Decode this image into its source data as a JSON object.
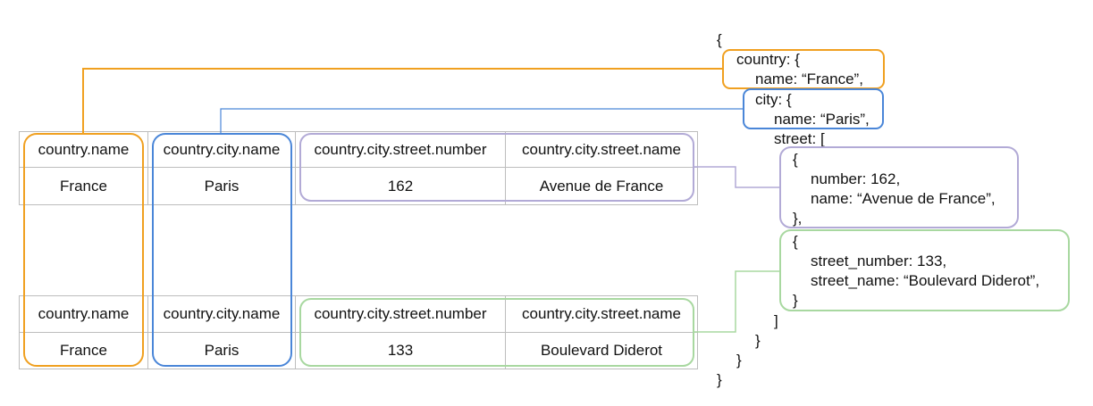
{
  "colors": {
    "country": "#F0A020",
    "city": "#4A86D8",
    "street_1": "#B2AAD6",
    "street_2": "#A8D8A0",
    "grid": "#bdbdbd"
  },
  "table_1": {
    "headers": [
      "country.name",
      "country.city.name",
      "country.city.street.number",
      "country.city.street.name"
    ],
    "row": [
      "France",
      "Paris",
      "162",
      "Avenue de France"
    ]
  },
  "table_2": {
    "headers": [
      "country.name",
      "country.city.name",
      "country.city.street.number",
      "country.city.street.name"
    ],
    "row": [
      "France",
      "Paris",
      "133",
      "Boulevard Diderot"
    ]
  },
  "json_lines": [
    "{",
    "country: {",
    "name: “France”,",
    "city: {",
    "name: “Paris”,",
    "street: [",
    "{",
    "number: 162,",
    "name: “Avenue de France”,",
    "},",
    "{",
    "street_number: 133,",
    "street_name: “Boulevard Diderot”,",
    "}",
    "]",
    "}",
    "}",
    "}"
  ]
}
